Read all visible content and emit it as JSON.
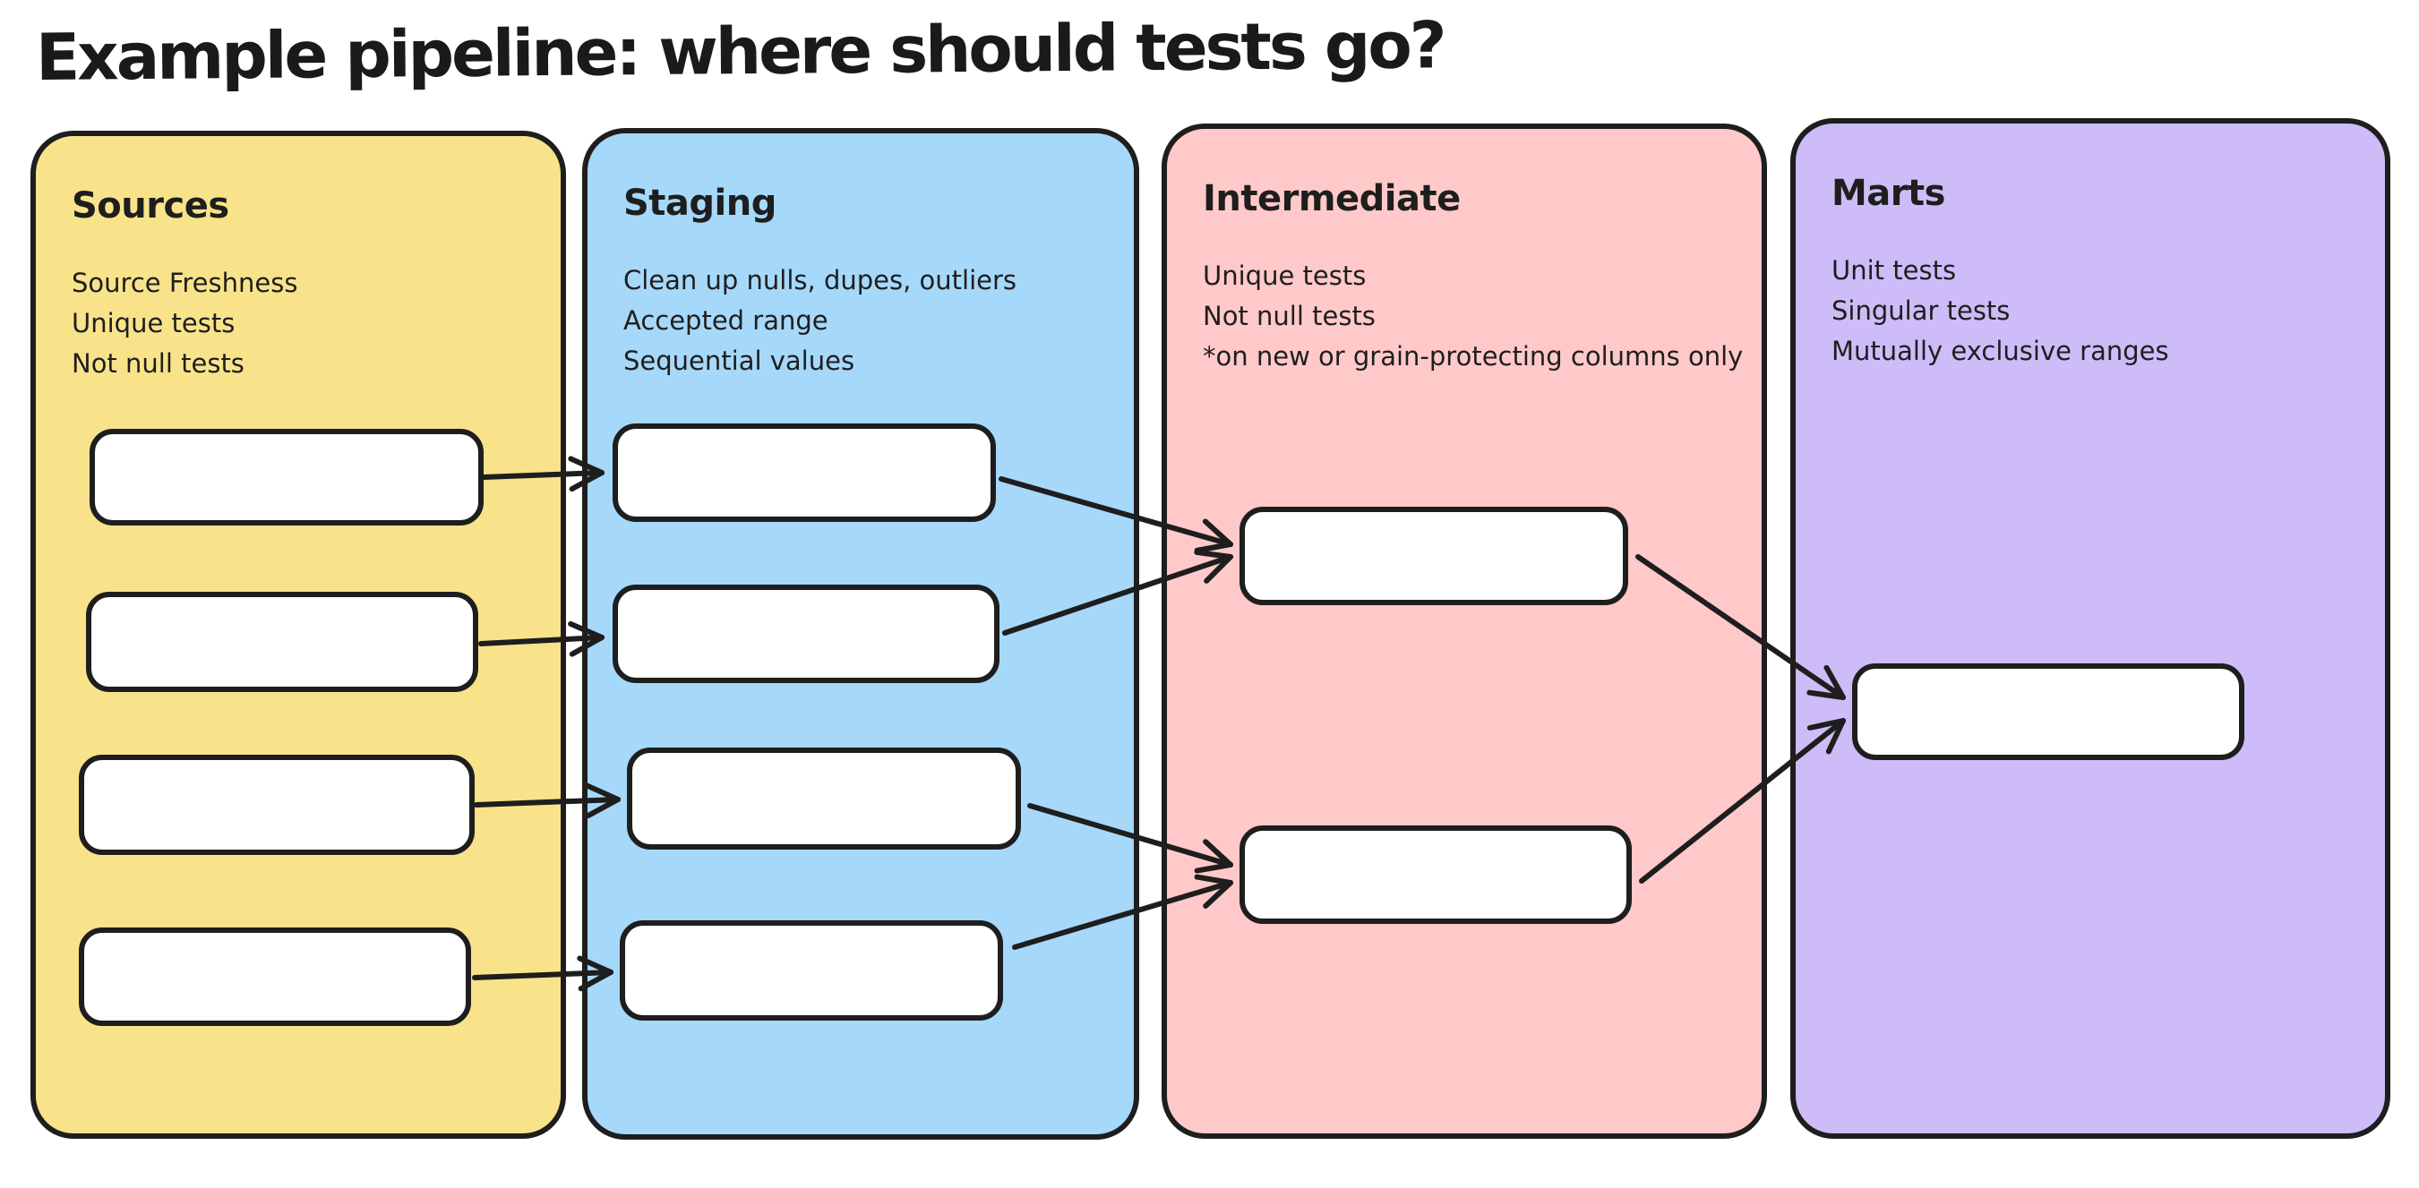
{
  "title": "Example pipeline: where should tests go?",
  "ink_color": "#1e1e1e",
  "background_color": "#ffffff",
  "columns": [
    {
      "id": "sources",
      "label": "Sources",
      "color": "#F9E38A",
      "notes": [
        "Source Freshness",
        "Unique tests",
        "Not null tests"
      ],
      "node_count": 4
    },
    {
      "id": "staging",
      "label": "Staging",
      "color": "#A6D8FA",
      "notes": [
        "Clean up nulls, dupes, outliers",
        "Accepted range",
        "Sequential values"
      ],
      "node_count": 4
    },
    {
      "id": "intermediate",
      "label": "Intermediate",
      "color": "#FFC9C9",
      "notes": [
        "Unique tests",
        "Not null tests",
        "*on new or grain-protecting columns only"
      ],
      "node_count": 2
    },
    {
      "id": "marts",
      "label": "Marts",
      "color": "#CDBCF8",
      "notes": [
        "Unit tests",
        "Singular tests",
        "Mutually exclusive ranges"
      ],
      "node_count": 1
    }
  ],
  "edges": [
    {
      "from": "sources-1",
      "to": "staging-1"
    },
    {
      "from": "sources-2",
      "to": "staging-2"
    },
    {
      "from": "sources-3",
      "to": "staging-3"
    },
    {
      "from": "sources-4",
      "to": "staging-4"
    },
    {
      "from": "staging-1",
      "to": "intermediate-1"
    },
    {
      "from": "staging-2",
      "to": "intermediate-1"
    },
    {
      "from": "staging-3",
      "to": "intermediate-2"
    },
    {
      "from": "staging-4",
      "to": "intermediate-2"
    },
    {
      "from": "intermediate-1",
      "to": "marts-1"
    },
    {
      "from": "intermediate-2",
      "to": "marts-1"
    }
  ]
}
